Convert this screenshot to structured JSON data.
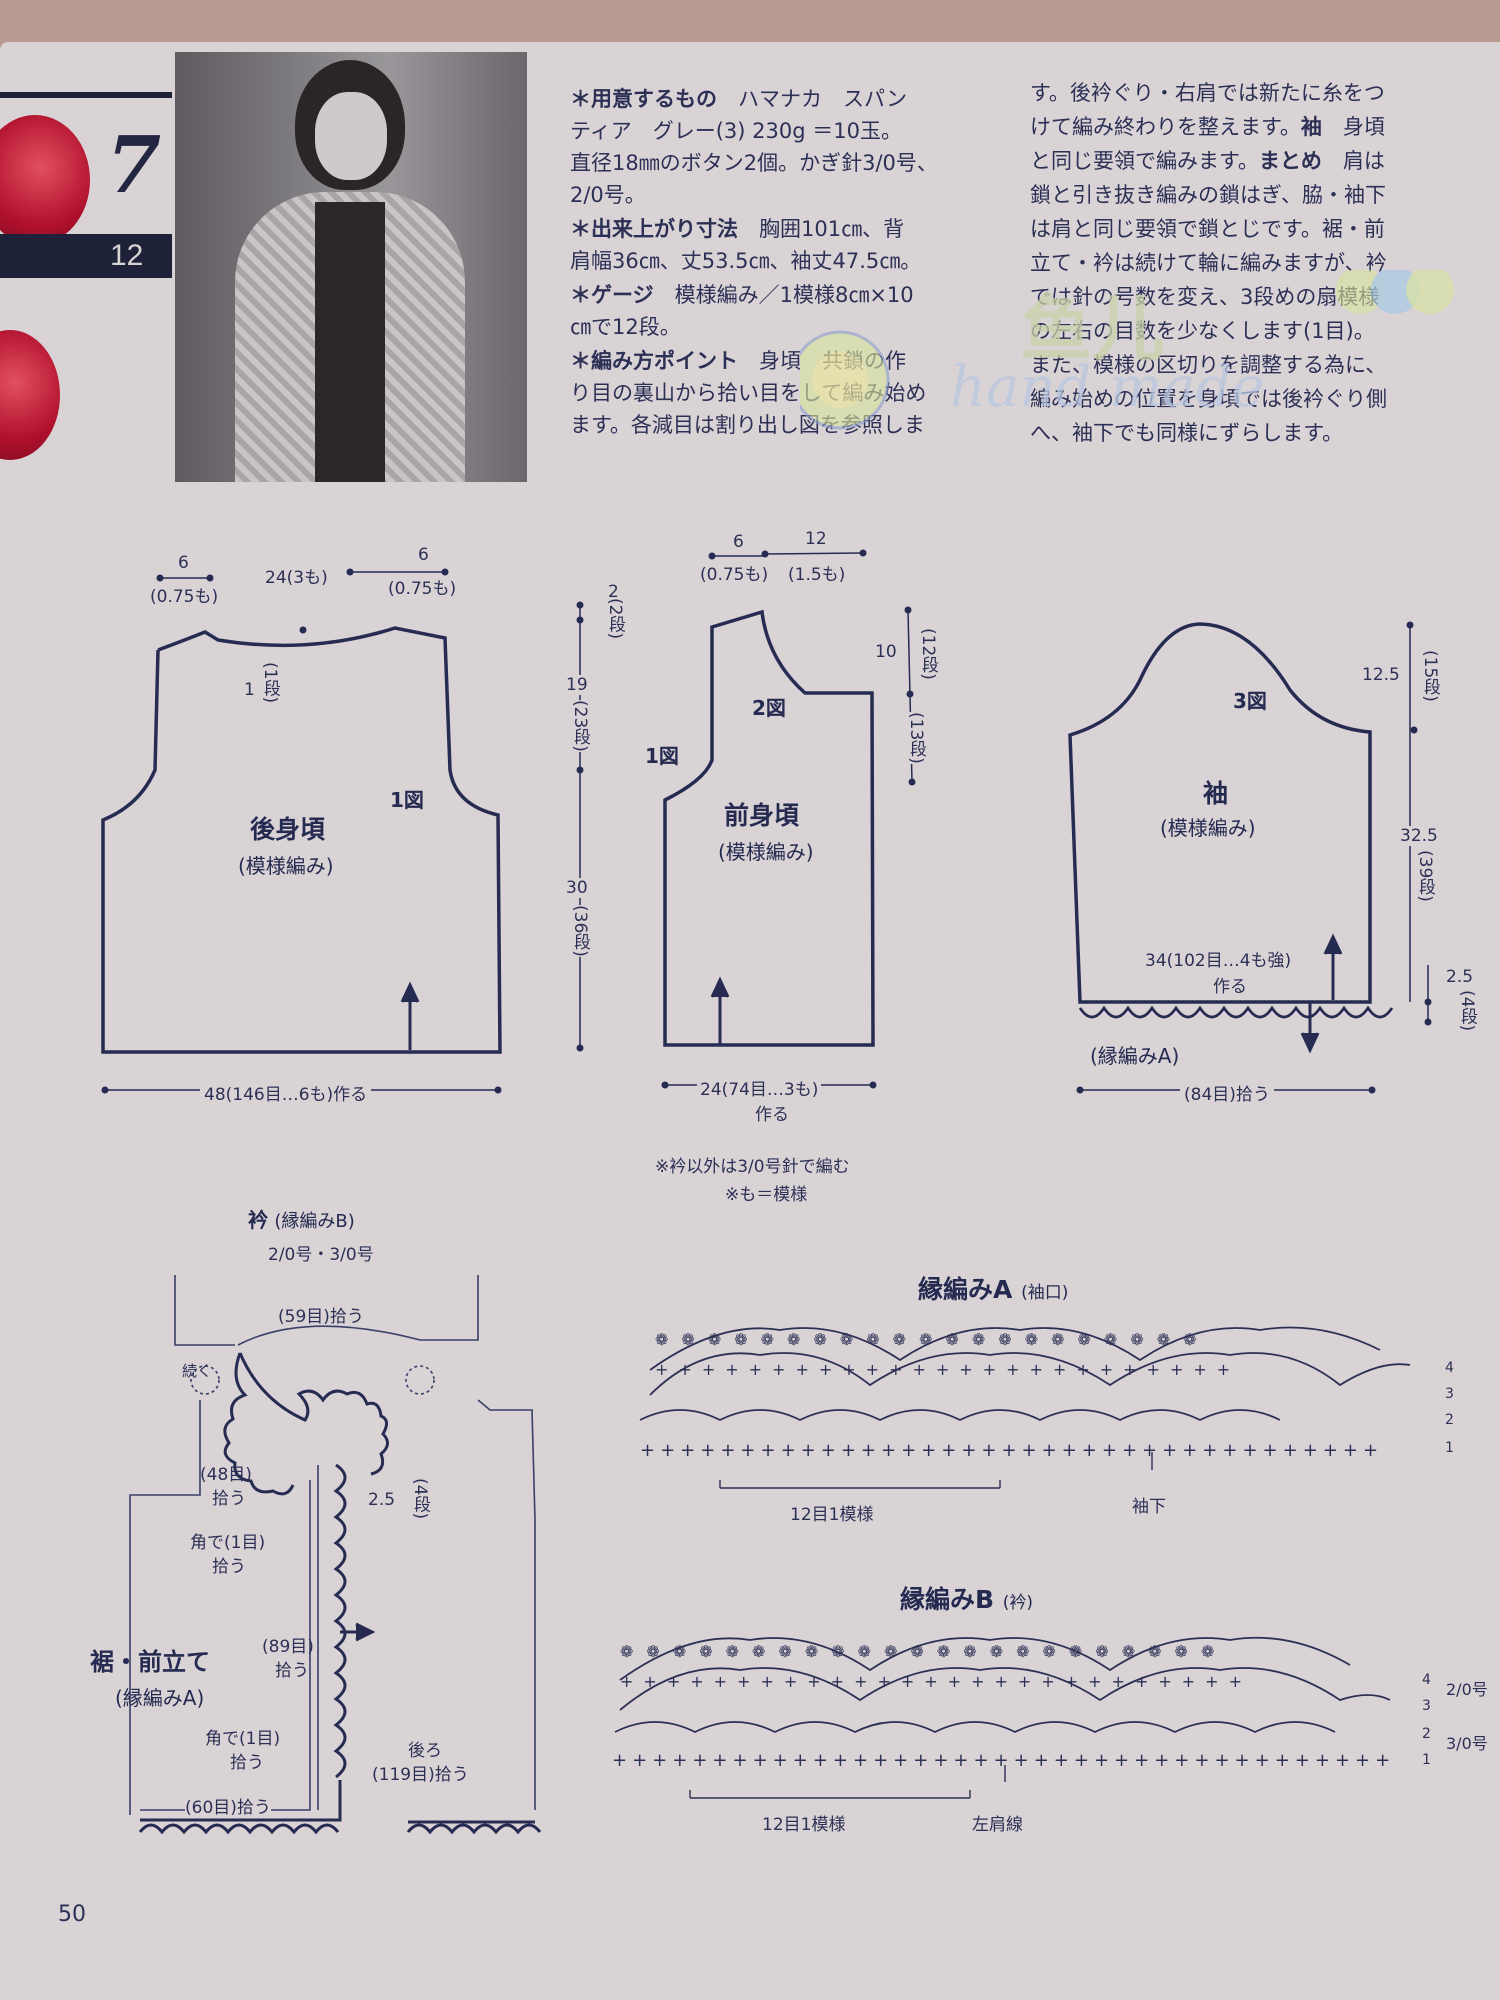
{
  "header": {
    "pattern_number": "7",
    "size_code": "12"
  },
  "materials": {
    "l1_title": "＊用意するもの",
    "l1_text": "ハマナカ　スパン",
    "l2": "ティア　グレー(3) 230g ＝10玉。",
    "l3": "直径18㎜のボタン2個。かぎ針3/0号、",
    "l4": "2/0号。",
    "l5_title": "＊出来上がり寸法",
    "l5_text": "胸囲101㎝、背",
    "l6": "肩幅36㎝、丈53.5㎝、袖丈47.5㎝。",
    "l7_title": "＊ゲージ",
    "l7_text": "模様編み／1模様8㎝×10",
    "l8": "㎝で12段。",
    "l9_title": "＊編み方ポイント",
    "l9_text": "身頃　共鎖の作",
    "l10": "り目の裏山から拾い目をして編み始め",
    "l11": "ます。各減目は割り出し図を参照しま"
  },
  "instructions": {
    "l1": "す。後衿ぐり・右肩では新たに糸をつ",
    "l2": "けて編み終わりを整えます。",
    "l2_b": "袖",
    "l2_c": "身頃",
    "l3": "と同じ要領で編みます。",
    "l3_b": "まとめ",
    "l3_c": "肩は",
    "l4": "鎖と引き抜き編みの鎖はぎ、脇・袖下",
    "l5": "は肩と同じ要領で鎖とじです。裾・前",
    "l6": "立て・衿は続けて輪に編みますが、衿",
    "l7": "では針の号数を変え、3段めの扇模様",
    "l8": "の左右の目数を少なくします(1目)。",
    "l9": "また、模様の区切りを調整する為に、",
    "l10": "編み始めの位置を身頃では後衿ぐり側",
    "l11": "へ、袖下でも同様にずらします。"
  },
  "watermark": {
    "chinese": "鱼儿",
    "script": "hand made"
  },
  "back_body": {
    "title": "後身頃",
    "subtitle": "(模様編み)",
    "fig": "1図",
    "top_left": "6",
    "top_left_sub": "(0.75も)",
    "top_mid": "24(3も)",
    "top_right": "6",
    "top_right_sub": "(0.75も)",
    "neck_rows": "1",
    "neck_rows_sub": "(1段)",
    "bottom": "48(146目…6も)作る",
    "side_top": "2",
    "side_top_sub": "(2段)",
    "side_mid": "19",
    "side_mid_sub": "(23段)",
    "side_low": "30",
    "side_low_sub": "(36段)"
  },
  "front_body": {
    "title": "前身頃",
    "subtitle": "(模様編み)",
    "fig1": "1図",
    "fig2": "2図",
    "top_left": "6",
    "top_left_sub": "(0.75も)",
    "top_right": "12",
    "top_right_sub": "(1.5も)",
    "side": "10",
    "side_a": "(12段)",
    "side_b": "(13段)",
    "bottom": "24(74目…3も)",
    "bottom_sub": "作る"
  },
  "sleeve": {
    "title": "袖",
    "subtitle": "(模様編み)",
    "fig": "3図",
    "side_top": "12.5",
    "side_top_sub": "(15段)",
    "side_mid": "32.5",
    "side_mid_sub": "(39段)",
    "side_low": "2.5",
    "side_low_sub": "(4段)",
    "inner": "34(102目…4も強)",
    "inner_sub": "作る",
    "edge": "(縁編みA)",
    "bottom": "(84目)拾う"
  },
  "notes": {
    "n1": "※衿以外は3/0号針で編む",
    "n2": "※も＝模様"
  },
  "collar_diagram": {
    "title": "衿",
    "title_sub": "(縁編みB)",
    "needles": "2/0号・3/0号",
    "pick59": "(59目)拾う",
    "continue": "続く",
    "pick48": "(48目)",
    "pick48_sub": "拾う",
    "corner1": "角で(1目)",
    "corner1_sub": "拾う",
    "dim": "2.5",
    "dim_sub": "(4段)",
    "hem_title": "裾・前立て",
    "hem_sub": "(縁編みA)",
    "pick89": "(89目)",
    "pick89_sub": "拾う",
    "corner2": "角で(1目)",
    "corner2_sub": "拾う",
    "pick60": "(60目)拾う",
    "back": "後ろ",
    "back_sub": "(119目)拾う"
  },
  "edge_a": {
    "title": "縁編みA",
    "title_sub": "(袖口)",
    "rows": [
      "4",
      "3",
      "2",
      "1"
    ],
    "repeat": "12目1模様",
    "marker": "袖下"
  },
  "edge_b": {
    "title": "縁編みB",
    "title_sub": "(衿)",
    "rows": [
      "4",
      "3",
      "2",
      "1"
    ],
    "needle_top": "2/0号",
    "needle_bottom": "3/0号",
    "repeat": "12目1模様",
    "marker": "左肩線"
  },
  "page_number": "50"
}
